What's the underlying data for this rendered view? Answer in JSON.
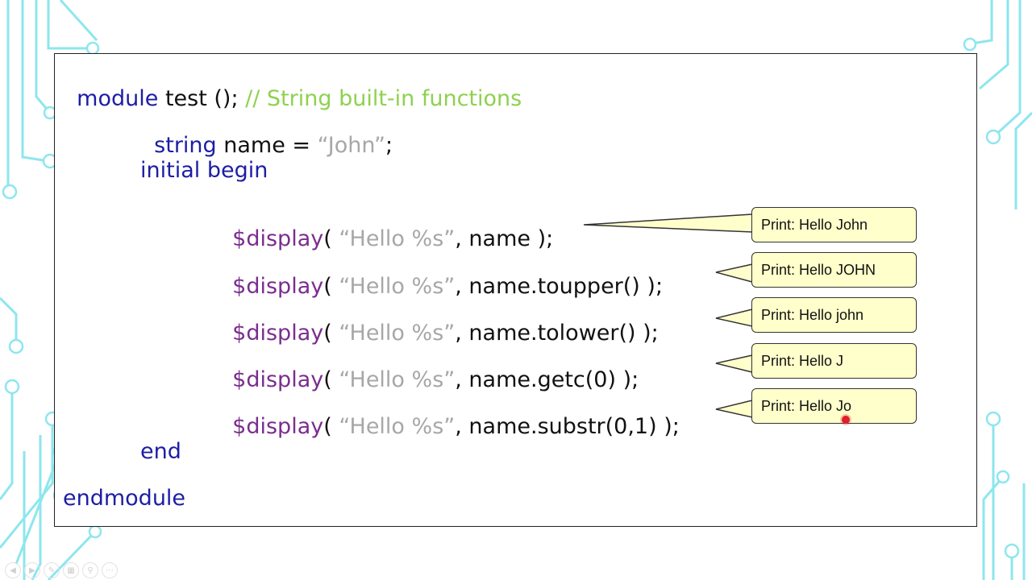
{
  "code": {
    "line1": {
      "module_kw": "module",
      "name": " test ();",
      "comment": " // String built-in functions"
    },
    "line2": {
      "type_kw": "string",
      "rest": " name = ",
      "value": "“John”",
      "end": ";"
    },
    "line3": {
      "text": "initial begin"
    },
    "display_lines": [
      {
        "func": "$display",
        "open": "( ",
        "fmt": "“Hello %s”",
        "arg": ", name );"
      },
      {
        "func": "$display",
        "open": "( ",
        "fmt": "“Hello %s”",
        "arg": ", name.toupper() );"
      },
      {
        "func": "$display",
        "open": "( ",
        "fmt": "“Hello %s”",
        "arg": ", name.tolower() );"
      },
      {
        "func": "$display",
        "open": "( ",
        "fmt": "“Hello %s”",
        "arg": ", name.getc(0) );"
      },
      {
        "func": "$display",
        "open": "( ",
        "fmt": "“Hello %s”",
        "arg": ", name.substr(0,1) );"
      }
    ],
    "line_end": {
      "text": "end"
    },
    "line_endmodule": {
      "text": "endmodule"
    }
  },
  "callouts": [
    "Print: Hello John",
    "Print: Hello JOHN",
    "Print: Hello john",
    "Print: Hello J",
    "Print: Hello Jo"
  ],
  "colors": {
    "keyword": "#1d1da6",
    "comment": "#8fd14f",
    "string": "#a7a7a7",
    "system_task": "#7b2d8e",
    "callout_fill": "#ffffcc",
    "circuit": "#8ee6ee"
  },
  "toolbar_icons": [
    "prev-icon",
    "next-icon",
    "pen-icon",
    "slides-icon",
    "zoom-icon",
    "more-icon"
  ]
}
